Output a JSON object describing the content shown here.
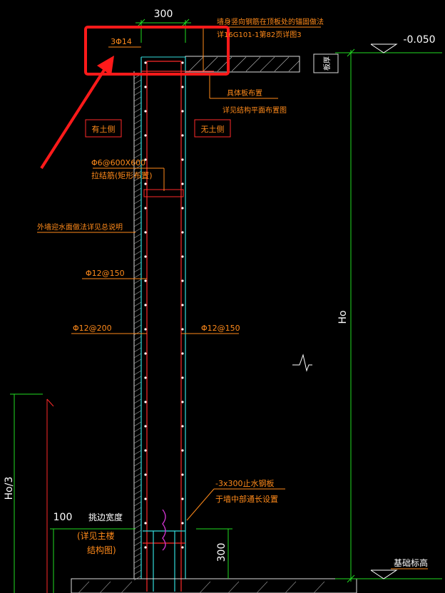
{
  "colors": {
    "background": "#000000",
    "dimension_line": "#22dd22",
    "rebar": "#ff2a2a",
    "wall_edge": "#33dddd",
    "annotation_text": "#ff8a1a",
    "white_text": "#ffffff",
    "highlight_box": "#ff1a1a",
    "stop_plate": "#cc33cc"
  },
  "dimensions": {
    "top_width": "300",
    "elevation_top": "-0.050",
    "wall_height": "Ho",
    "lower_height": "Ho/3",
    "sill_100": "100",
    "bottom_300": "300"
  },
  "labels": {
    "top_bars": "3Φ14",
    "note_top_line1": "墙身竖向钢筋在顶板处的锚固做法",
    "note_top_line2": "详16G101-1第82页详图3",
    "slab_tag": "板厚",
    "slab_rebar_line1": "具体板布置",
    "slab_rebar_line2": "详见结构平面布置图",
    "soil_side": "有土侧",
    "no_soil_side": "无土侧",
    "tie_bars_line1": "Φ6@600X600",
    "tie_bars_line2": "拉结筋(矩形布置)",
    "waterproof": "外墙迎水面做法详见总说明",
    "horiz_rebar": "Φ12@150",
    "vert_rebar_outer": "Φ12@200",
    "vert_rebar_inner": "Φ12@150",
    "water_stop_line1": "-3x300止水钢板",
    "water_stop_line2": "于墙中部通长设置",
    "pick_width": "挑边宽度",
    "see_main_line1": "(详见主楼",
    "see_main_line2": "结构图)",
    "foundation_level": "基础标高"
  }
}
